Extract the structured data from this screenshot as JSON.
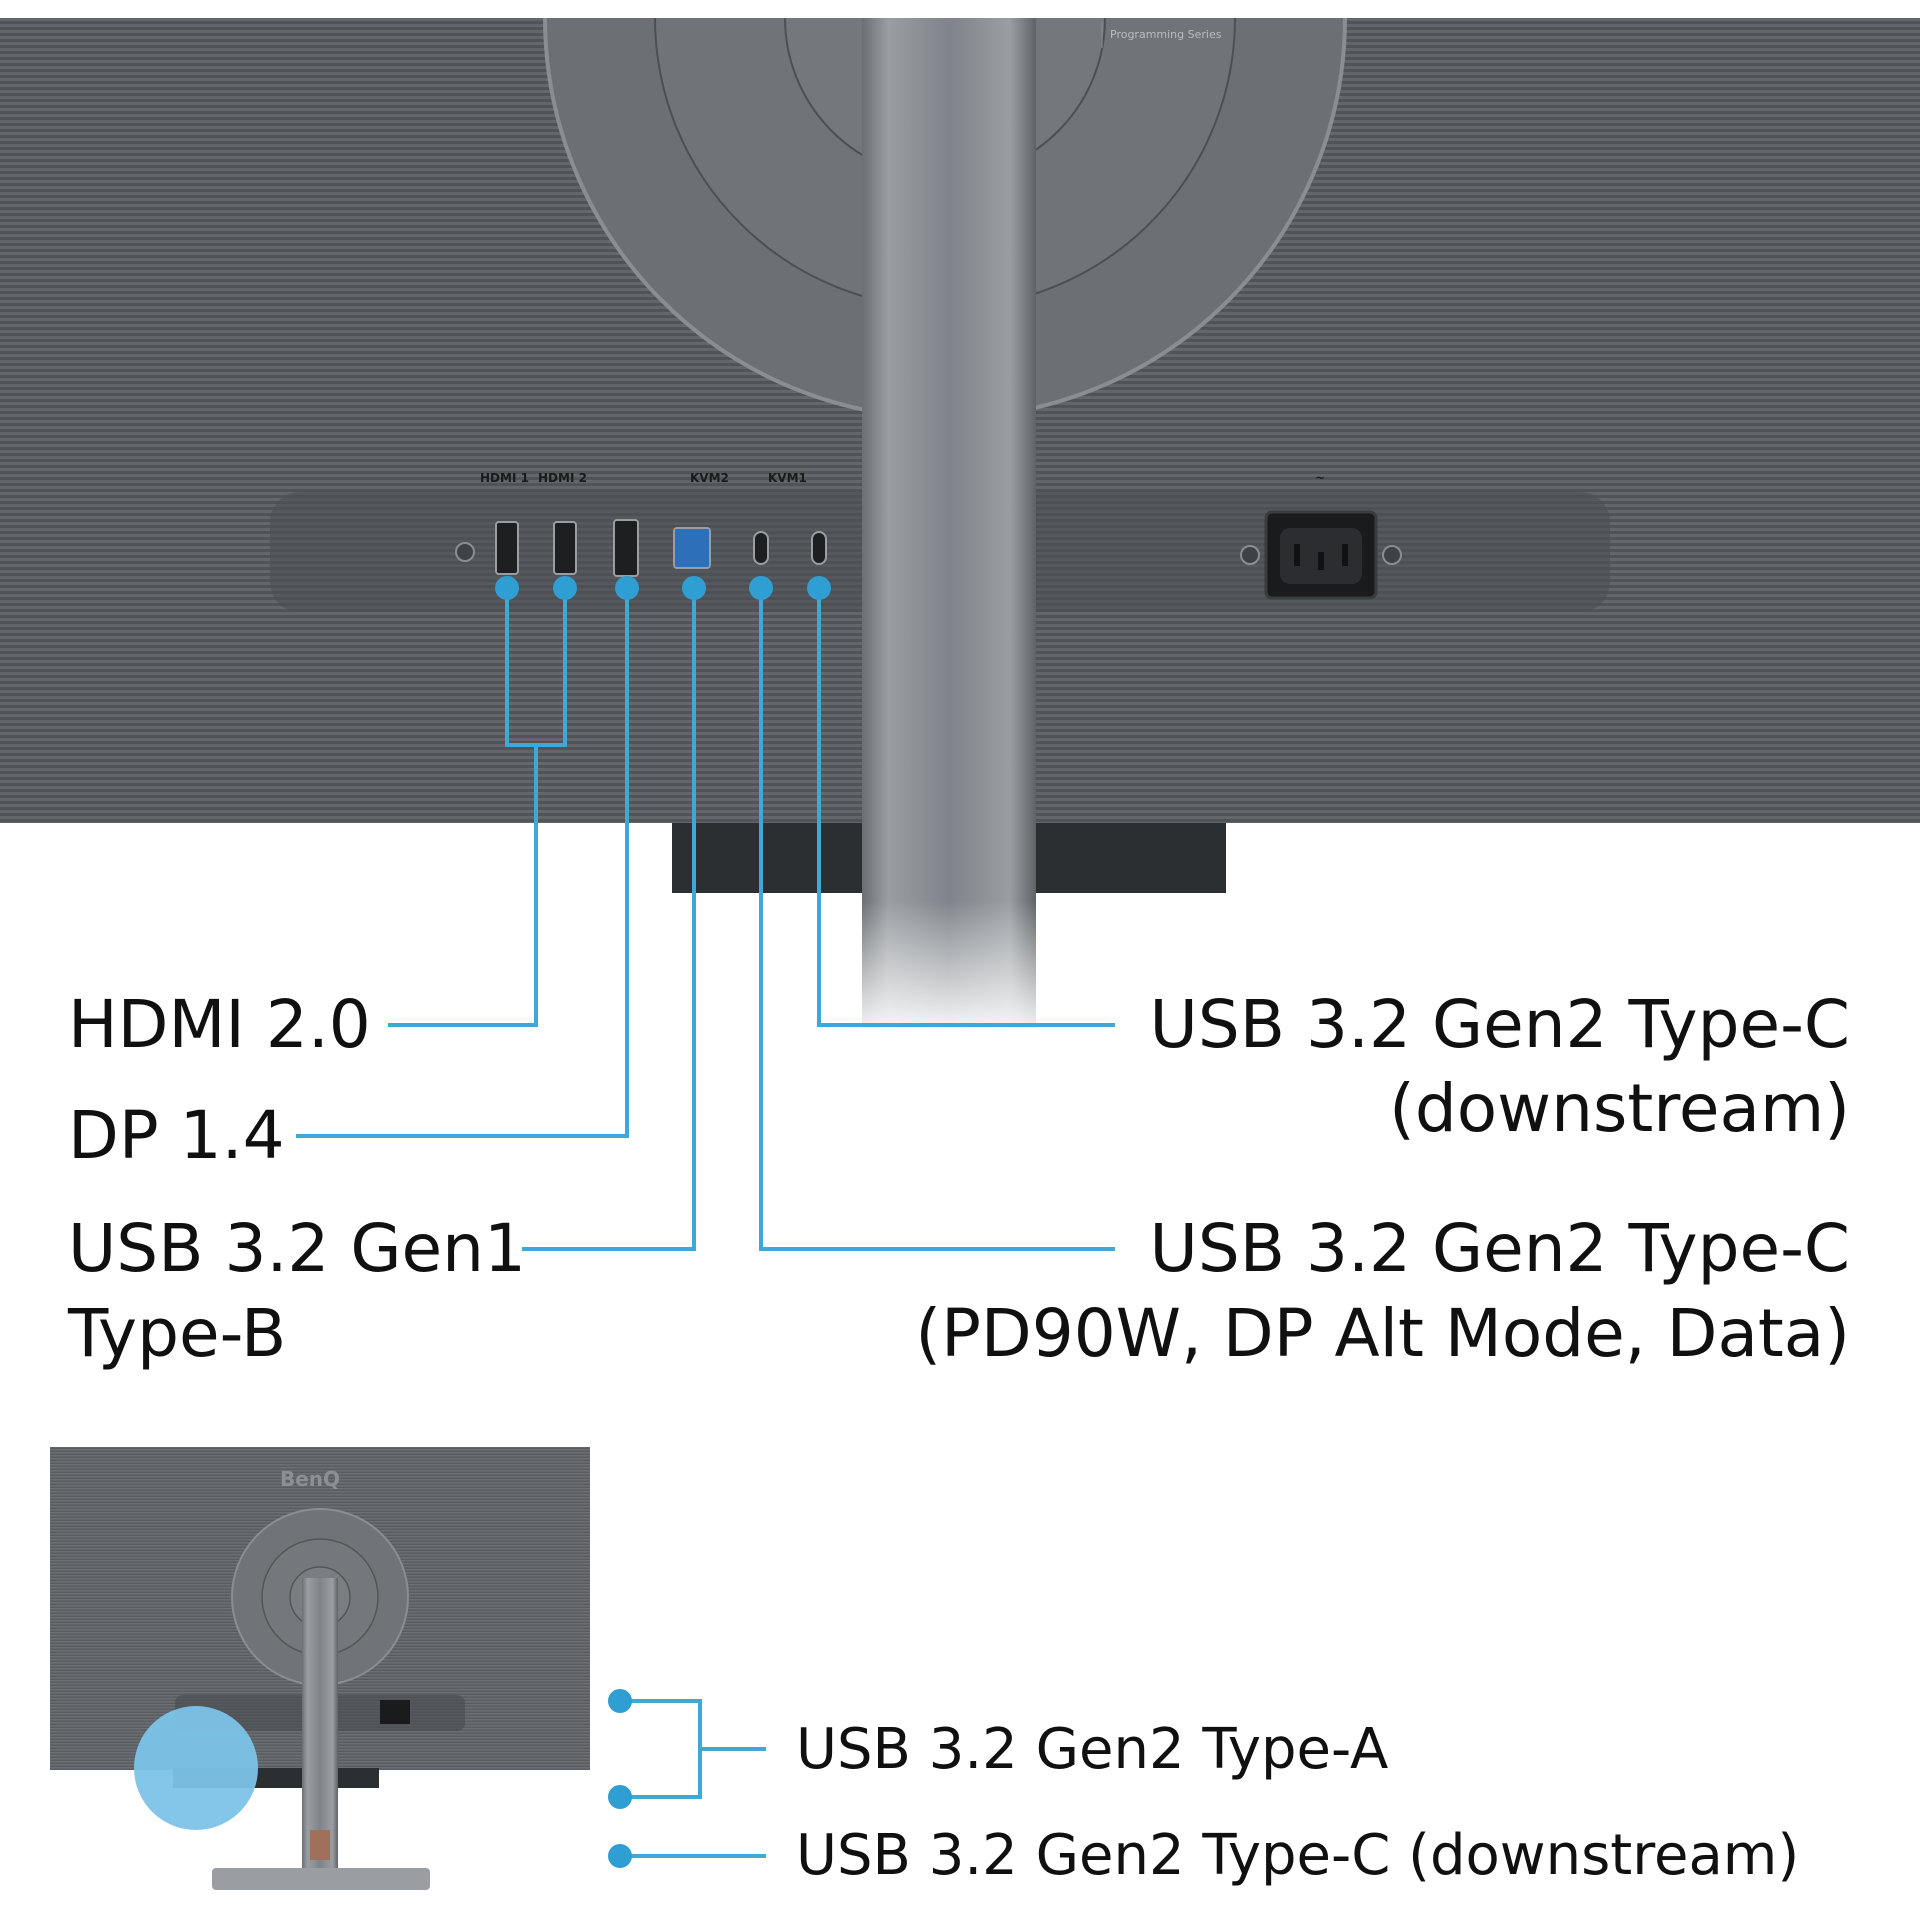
{
  "monitor": {
    "series_text": "Programming Series",
    "brand_logo": "BenQ",
    "port_silkscreen": [
      "HDMI 1",
      "HDMI 2",
      "KVM2",
      "KVM1"
    ],
    "power_symbol": "~"
  },
  "labels": {
    "hdmi": "HDMI 2.0",
    "dp": "DP 1.4",
    "usb_b_line1": "USB 3.2 Gen1",
    "usb_b_line2": "Type-B",
    "usbc_down_line1": "USB 3.2 Gen2 Type-C",
    "usbc_down_line2": "(downstream)",
    "usbc_pd_line1": "USB 3.2 Gen2 Type-C",
    "usbc_pd_line2": "(PD90W, DP Alt Mode, Data)",
    "side_usb_a": "USB 3.2 Gen2 Type-A",
    "side_usb_c": "USB 3.2 Gen2 Type-C  (downstream)"
  },
  "colors": {
    "callout_line": "#3fa9d6",
    "dot": "#2f9ed3",
    "highlight": "#7cc3e8",
    "bezel": "#5a5e62"
  }
}
